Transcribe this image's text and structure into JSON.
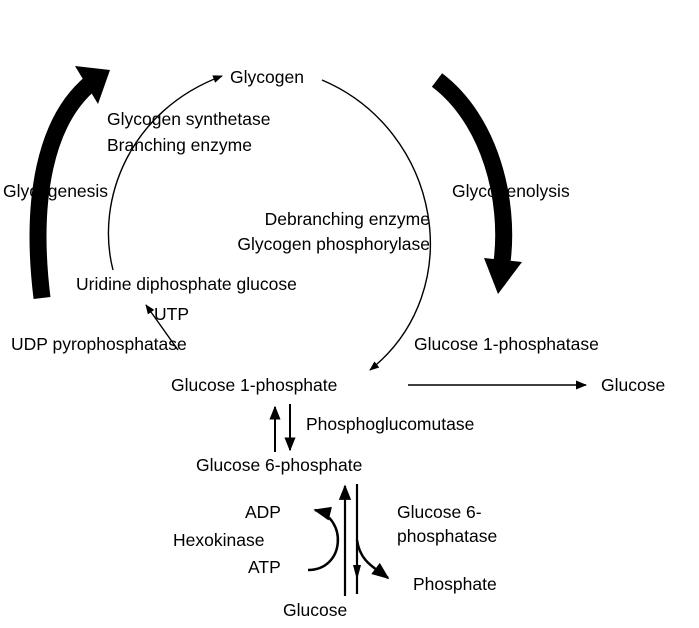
{
  "labels": {
    "glycogen": "Glycogen",
    "glycogen_synthetase": "Glycogen synthetase",
    "branching_enzyme": "Branching enzyme",
    "glycogenesis": "Glycogenesis",
    "glycogenolysis": "Glycogenolysis",
    "debranching_enzyme": "Debranching enzyme",
    "glycogen_phosphorylase": "Glycogen phosphorylase",
    "udp_glucose": "Uridine diphosphate glucose",
    "utp": "UTP",
    "udp_pyrophosphatase": "UDP pyrophosphatase",
    "glucose_1_phosphatase": "Glucose 1-phosphatase",
    "glucose_1_phosphate": "Glucose 1-phosphate",
    "glucose_right": "Glucose",
    "phosphoglucomutase": "Phosphoglucomutase",
    "glucose_6_phosphate": "Glucose 6-phosphate",
    "adp": "ADP",
    "hexokinase": "Hexokinase",
    "atp": "ATP",
    "glucose_6_phosphatase_line1": "Glucose 6-",
    "glucose_6_phosphatase_line2": "phosphatase",
    "phosphate": "Phosphate",
    "glucose_bottom": "Glucose"
  }
}
